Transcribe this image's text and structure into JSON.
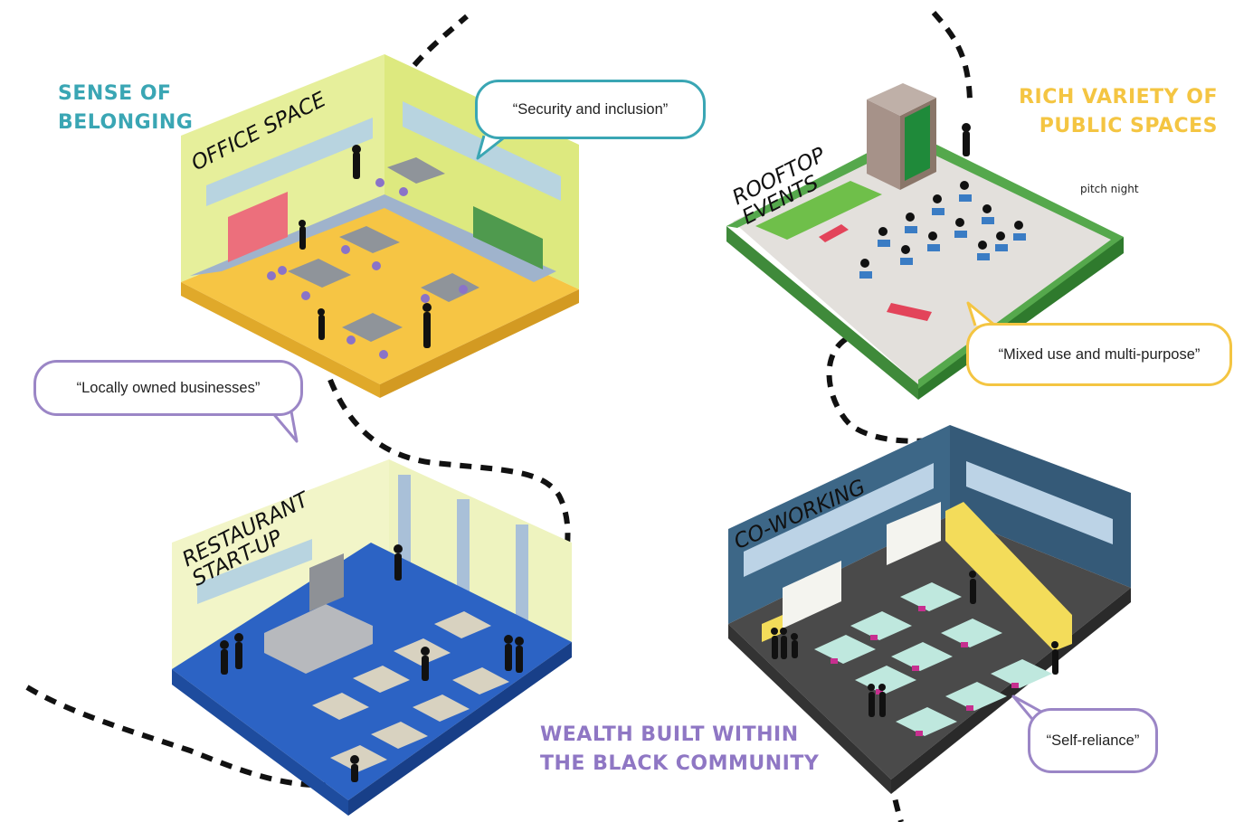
{
  "colors": {
    "teal": "#3aa6b4",
    "gold": "#f4c542",
    "lavender": "#9b86c6",
    "office_wall": "#e6ef9b",
    "office_floor": "#f6c544",
    "rooftop_green": "#4c9a46",
    "restaurant_floor": "#2c63c4",
    "cowork_wall": "#3d6787",
    "cowork_floor": "#4a4a4a"
  },
  "headings": {
    "belonging": [
      "SENSE OF",
      "BELONGING"
    ],
    "rich_variety": [
      "RICH VARIETY OF",
      "PUBLIC SPACES"
    ],
    "wealth": [
      "WEALTH BUILT WITHIN",
      "THE BLACK COMMUNITY"
    ]
  },
  "rooms": {
    "office": {
      "label": [
        "OFFICE SPACE"
      ],
      "quote": "“Security and inclusion”"
    },
    "rooftop": {
      "label": [
        "ROOFTOP",
        "EVENTS"
      ],
      "note": "pitch night",
      "quote": "“Mixed use and multi-purpose”"
    },
    "restaurant": {
      "label": [
        "RESTAURANT",
        "START-UP"
      ],
      "quote": "“Locally owned businesses”"
    },
    "coworking": {
      "label": [
        "CO-WORKING"
      ],
      "quote": "“Self-reliance”"
    }
  }
}
